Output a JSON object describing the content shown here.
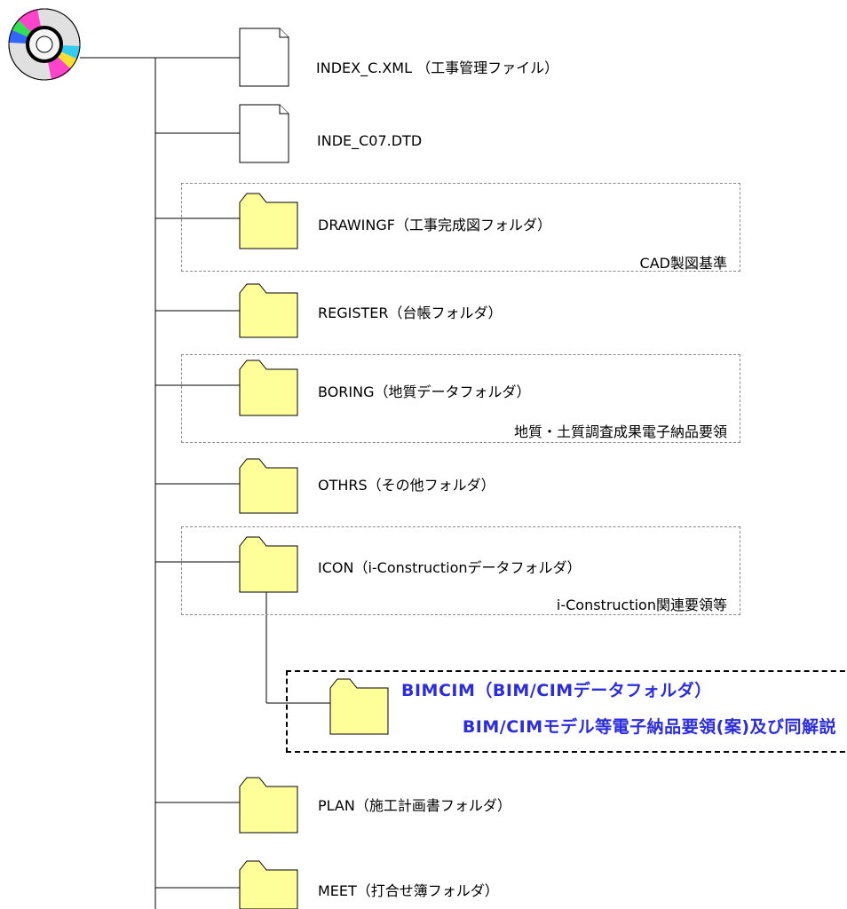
{
  "root": {
    "icon": "cd-disc-icon"
  },
  "files": [
    {
      "id": "index",
      "label": "INDEX_C.XML （工事管理ファイル）",
      "icon": "document-icon"
    },
    {
      "id": "dtd",
      "label": "INDE_C07.DTD",
      "icon": "document-icon"
    }
  ],
  "folders": [
    {
      "id": "drawingf",
      "label": "DRAWINGF（工事完成図フォルダ）",
      "note": "CAD製図基準",
      "icon": "folder-icon"
    },
    {
      "id": "register",
      "label": "REGISTER（台帳フォルダ）",
      "icon": "folder-icon"
    },
    {
      "id": "boring",
      "label": "BORING（地質データフォルダ）",
      "note": "地質・土質調査成果電子納品要領",
      "icon": "folder-icon"
    },
    {
      "id": "othrs",
      "label": "OTHRS（その他フォルダ）",
      "icon": "folder-icon"
    },
    {
      "id": "icon",
      "label": "ICON（i-Constructionデータフォルダ）",
      "note": "i-Construction関連要領等",
      "icon": "folder-icon"
    },
    {
      "id": "bimcim",
      "label": "BIMCIM（BIM/CIMデータフォルダ）",
      "note": "BIM/CIMモデル等電子納品要領(案)及び同解説",
      "icon": "folder-icon",
      "highlight_color": "#2b2be0"
    },
    {
      "id": "plan",
      "label": "PLAN（施工計画書フォルダ）",
      "icon": "folder-icon"
    },
    {
      "id": "meet",
      "label": "MEET（打合せ簿フォルダ）",
      "icon": "folder-icon"
    }
  ],
  "colors": {
    "folder_fill": "#ffff99",
    "line": "#000000",
    "accent": "#2b2be0",
    "group_border": "#8a8a8a"
  }
}
